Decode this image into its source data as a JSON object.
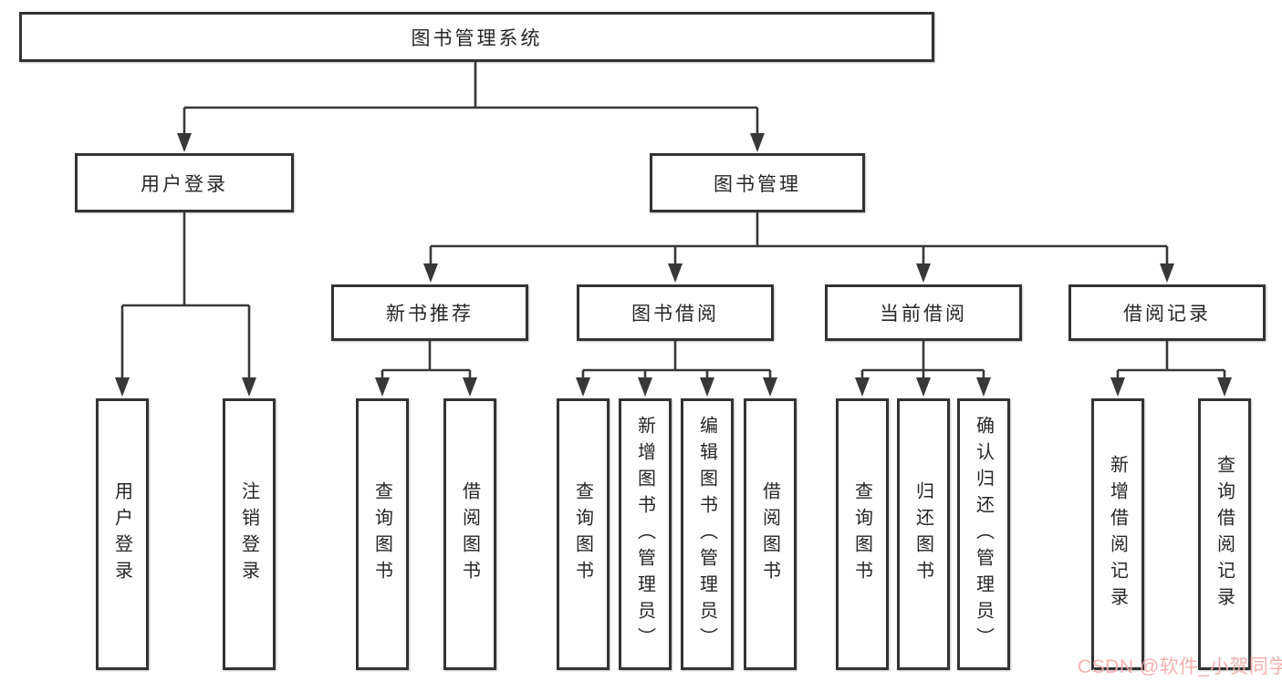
{
  "diagram": {
    "root": {
      "label": "图书管理系统"
    },
    "branches": {
      "user_login": {
        "label": "用户登录",
        "children": [
          "用户登录",
          "注销登录"
        ]
      },
      "book_management": {
        "label": "图书管理",
        "modules": [
          {
            "label": "新书推荐",
            "children": [
              "查询图书",
              "借阅图书"
            ]
          },
          {
            "label": "图书借阅",
            "children": [
              "查询图书",
              "新增图书（管理员）",
              "编辑图书（管理员）",
              "借阅图书"
            ]
          },
          {
            "label": "当前借阅",
            "children": [
              "查询图书",
              "归还图书",
              "确认归还（管理员）"
            ]
          },
          {
            "label": "借阅记录",
            "children": [
              "新增借阅记录",
              "查询借阅记录"
            ]
          }
        ]
      }
    }
  },
  "watermark": {
    "text": "CSDN @软件_小贺同学",
    "color": "#f5aca8"
  },
  "colors": {
    "line": "#383838",
    "border": "#333333",
    "text": "#262626",
    "background": "#ffffff"
  }
}
